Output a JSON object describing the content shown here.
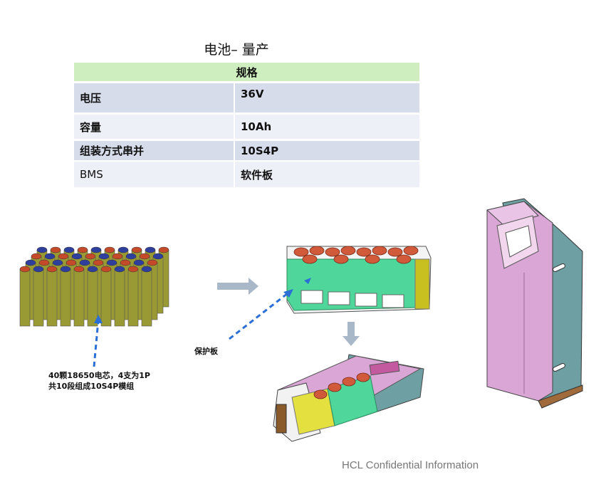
{
  "title": "电池– 量产",
  "spec_table": {
    "header": "规格",
    "rows": [
      {
        "label": "电压",
        "value": "36V"
      },
      {
        "label": "容量",
        "value": "10Ah"
      },
      {
        "label": "组装方式串并",
        "value": "10S4P"
      },
      {
        "label": "BMS",
        "value": "软件板"
      }
    ]
  },
  "annotations": {
    "cells_caption_line1": "40颗18650电芯，4支为1P",
    "cells_caption_line2": "共10段组成10S4P模组",
    "board_label": "保护板"
  },
  "footer": "HCL  Confidential Information",
  "colors": {
    "cell_body": "#9a9a34",
    "cell_top_blue": "#2f3f9e",
    "cell_top_red": "#c44a2a",
    "pcb_green": "#4fd69a",
    "battery_housing_pink": "#d9a6d6",
    "battery_housing_teal": "#5e9da0",
    "arrow_blue": "#2b6fd6",
    "arrow_grey": "#a9b8c8"
  }
}
